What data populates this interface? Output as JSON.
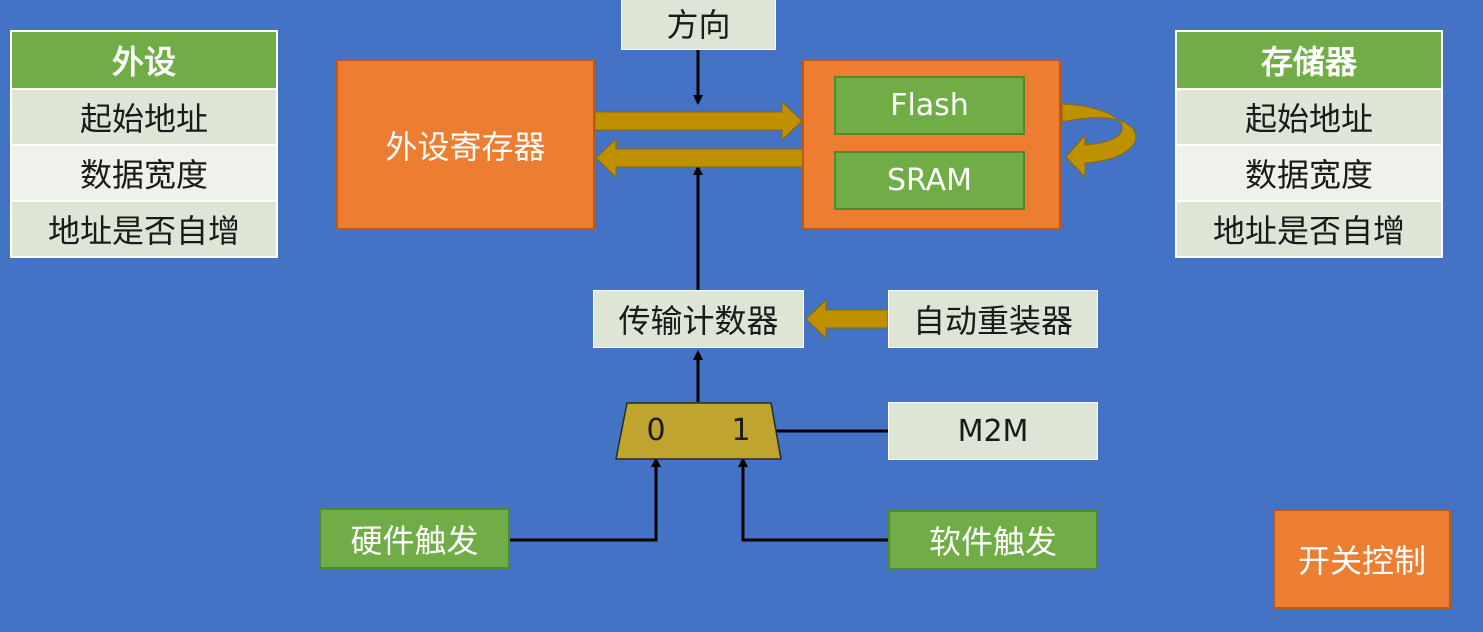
{
  "peripheral_table": {
    "title": "外设",
    "rows": [
      "起始地址",
      "数据宽度",
      "地址是否自增"
    ]
  },
  "memory_table": {
    "title": "存储器",
    "rows": [
      "起始地址",
      "数据宽度",
      "地址是否自增"
    ]
  },
  "direction_label": "方向",
  "peripheral_register": "外设寄存器",
  "memory_block": {
    "flash": "Flash",
    "sram": "SRAM"
  },
  "transfer_counter": "传输计数器",
  "auto_reloader": "自动重装器",
  "mux": {
    "input0": "0",
    "input1": "1"
  },
  "m2m_label": "M2M",
  "hardware_trigger": "硬件触发",
  "software_trigger": "软件触发",
  "switch_control": "开关控制",
  "colors": {
    "background": "#4472C4",
    "orange": "#ED7D31",
    "green": "#70AD47",
    "gold_arrow": "#BF9000",
    "light_box": "#DCE5D6"
  }
}
